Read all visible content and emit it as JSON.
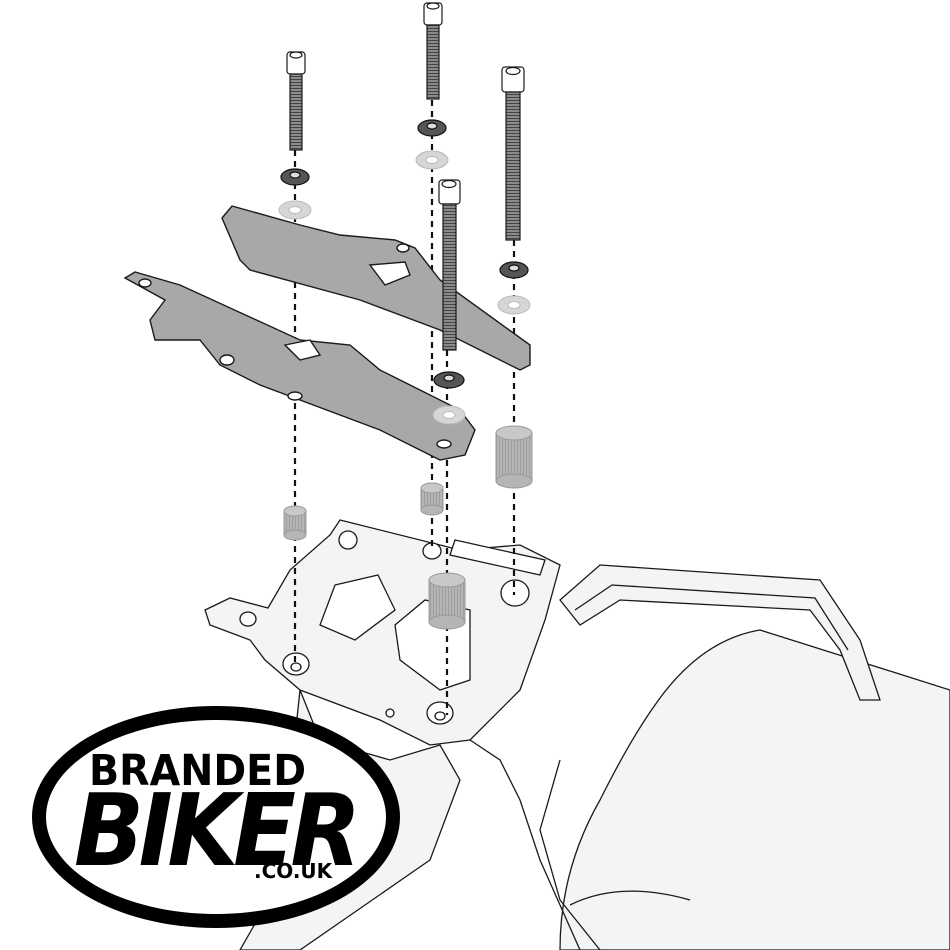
{
  "diagram": {
    "type": "exploded-assembly",
    "colors": {
      "line": "#1a1a1a",
      "part_fill": "#a8a8a8",
      "spacer_fill": "#b5b5b5",
      "frame_fill": "#f3f4f5",
      "background": "#ffffff"
    },
    "parts": {
      "bolts": [
        {
          "id": "bolt-1",
          "length": "medium"
        },
        {
          "id": "bolt-2",
          "length": "medium"
        },
        {
          "id": "bolt-3",
          "length": "long"
        },
        {
          "id": "bolt-4",
          "length": "long"
        }
      ],
      "lock_washers": 4,
      "flat_washers": 4,
      "mounting_plates": 2,
      "spacers": [
        {
          "id": "spacer-1",
          "size": "small"
        },
        {
          "id": "spacer-2",
          "size": "small"
        },
        {
          "id": "spacer-3",
          "size": "large"
        },
        {
          "id": "spacer-4",
          "size": "large"
        }
      ]
    }
  },
  "watermark": {
    "line1": "BRANDED",
    "line2": "BIKER",
    "line3": ".CO.UK"
  }
}
